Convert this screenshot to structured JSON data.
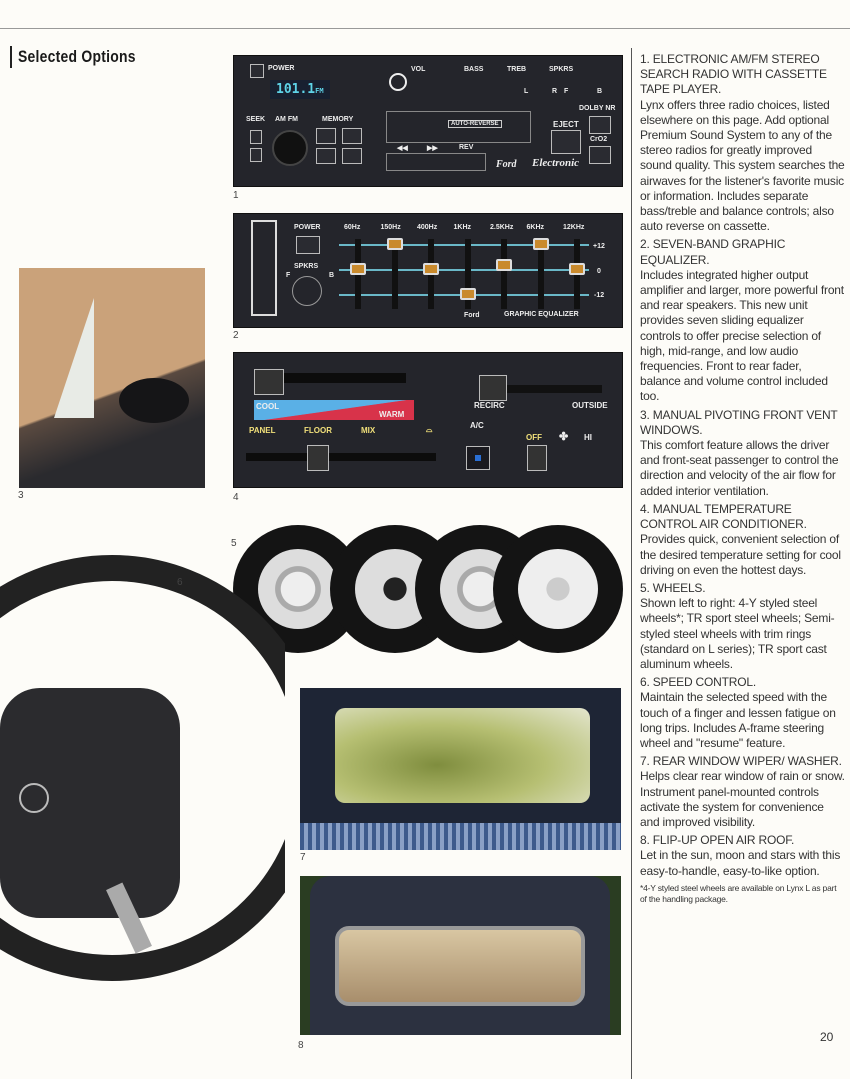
{
  "page": {
    "title": "Selected Options",
    "page_number": "20"
  },
  "captions": [
    "1",
    "2",
    "3",
    "4",
    "5",
    "6",
    "7",
    "8"
  ],
  "radio": {
    "power": "POWER",
    "display": "101.1",
    "display_band": "FM",
    "vol": "VOL",
    "bass": "BASS",
    "treb": "TREB",
    "spkrs": "SPKRS",
    "l": "L",
    "r": "R",
    "f": "F",
    "b": "B",
    "seek": "SEEK",
    "am_fm": "AM FM",
    "memory": "MEMORY",
    "auto_reverse": "AUTO-REVERSE",
    "rew": "◀◀",
    "ff": "▶▶",
    "rev": "REV",
    "eject": "EJECT",
    "dolby": "DOLBY NR",
    "cro2": "CrO2",
    "brand": "Electronic",
    "ford": "Ford"
  },
  "equalizer": {
    "power": "POWER",
    "spkrs": "SPKRS",
    "f": "F",
    "b": "B",
    "bands": [
      {
        "label": "60Hz",
        "level": 0
      },
      {
        "label": "150Hz",
        "level": 12
      },
      {
        "label": "400Hz",
        "level": 0
      },
      {
        "label": "1KHz",
        "level": -12
      },
      {
        "label": "2.5KHz",
        "level": 2
      },
      {
        "label": "6KHz",
        "level": 12
      },
      {
        "label": "12KHz",
        "level": 0
      }
    ],
    "scale": [
      "+12",
      "0",
      "-12"
    ],
    "name": "GRAPHIC EQUALIZER",
    "ford": "Ford"
  },
  "climate": {
    "cool": "COOL",
    "warm": "WARM",
    "recirc": "RECIRC",
    "outside": "OUTSIDE",
    "panel": "PANEL",
    "floor": "FLOOR",
    "mix": "MIX",
    "ac": "A/C",
    "off": "OFF",
    "hi": "HI",
    "cool_color": "#5ab0e6",
    "warm_color": "#d8334a"
  },
  "sections": [
    {
      "heading": "1.  ELECTRONIC AM/FM STEREO SEARCH RADIO WITH CASSETTE TAPE PLAYER.",
      "body": "Lynx offers three radio choices, listed elsewhere on this page. Add optional Premium Sound System to any of the stereo radios for greatly improved sound quality. This system searches the airwaves for the listener's favorite music or information. Includes separate bass/treble and balance controls; also auto reverse on cassette."
    },
    {
      "heading": "2.  SEVEN-BAND GRAPHIC EQUALIZER.",
      "body": "Includes integrated higher output amplifier and larger, more powerful front and rear speakers. This new unit provides seven sliding equalizer controls to offer precise selection of high, mid-range, and low audio frequencies. Front to rear fader, balance and volume control included too."
    },
    {
      "heading": "3.  MANUAL PIVOTING FRONT VENT WINDOWS.",
      "body": "This comfort feature allows the driver and front-seat passenger to control the direction and velocity of the air flow for added interior ventilation."
    },
    {
      "heading": "4.  MANUAL TEMPERATURE CONTROL AIR CONDITIONER.",
      "body": "Provides quick, convenient selection of the desired temperature setting for cool driving on even the hottest days."
    },
    {
      "heading": "5.  WHEELS.",
      "body": "Shown left to right: 4-Y styled steel wheels*; TR sport steel wheels; Semi-styled steel wheels with trim rings (standard on L series); TR sport cast aluminum wheels."
    },
    {
      "heading": "6.  SPEED CONTROL.",
      "body": "Maintain the selected speed with the touch of a finger and lessen fatigue on long trips. Includes A-frame steering wheel and \"resume\" feature."
    },
    {
      "heading": "7.  REAR WINDOW WIPER/ WASHER.",
      "body": "Helps clear rear window of rain or snow. Instrument panel-mounted controls activate the system for convenience and improved visibility."
    },
    {
      "heading": "8.  FLIP-UP OPEN AIR ROOF.",
      "body": "Let in the sun, moon and stars with this easy-to-handle, easy-to-like option."
    }
  ],
  "footnote": "*4-Y styled steel wheels are available on Lynx L as part of the handling package."
}
